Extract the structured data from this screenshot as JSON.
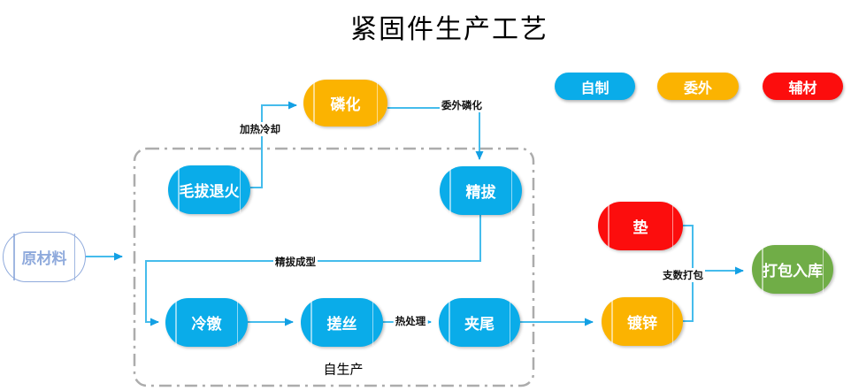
{
  "title": "紧固件生产工艺",
  "legend": [
    {
      "label": "自制",
      "color": "#0AACE9"
    },
    {
      "label": "委外",
      "color": "#FBB301"
    },
    {
      "label": "辅材",
      "color": "#FC0D0D"
    }
  ],
  "nodes": {
    "raw_material": {
      "label": "原材料",
      "type": "input",
      "color": "#FFFFFF",
      "border": "#8FAADC"
    },
    "annealing": {
      "label": "毛拔退火",
      "type": "self-made",
      "color": "#0AACE9"
    },
    "phosphating": {
      "label": "磷化",
      "type": "outsourced",
      "color": "#FBB301"
    },
    "fine_drawing": {
      "label": "精拔",
      "type": "self-made",
      "color": "#0AACE9"
    },
    "cold_heading": {
      "label": "冷镦",
      "type": "self-made",
      "color": "#0AACE9"
    },
    "thread_rolling": {
      "label": "搓丝",
      "type": "self-made",
      "color": "#0AACE9"
    },
    "tail_clamping": {
      "label": "夹尾",
      "type": "self-made",
      "color": "#0AACE9"
    },
    "galvanizing": {
      "label": "镀锌",
      "type": "outsourced",
      "color": "#FBB301"
    },
    "washer": {
      "label": "垫",
      "type": "auxiliary",
      "color": "#FC0D0D"
    },
    "packing_storage": {
      "label": "打包入库",
      "type": "finish",
      "color": "#70AD47"
    }
  },
  "edge_labels": {
    "heating_cooling": "加热冷却",
    "outsourced_phosphating": "委外磷化",
    "fine_drawing_forming": "精拔成型",
    "heat_treatment": "热处理",
    "count_packing": "支数打包"
  },
  "group": {
    "label": "自生产"
  },
  "connector_color": "#45BCEC",
  "arrowhead_color": "#13A0E4",
  "group_border_color": "#ACACAC"
}
